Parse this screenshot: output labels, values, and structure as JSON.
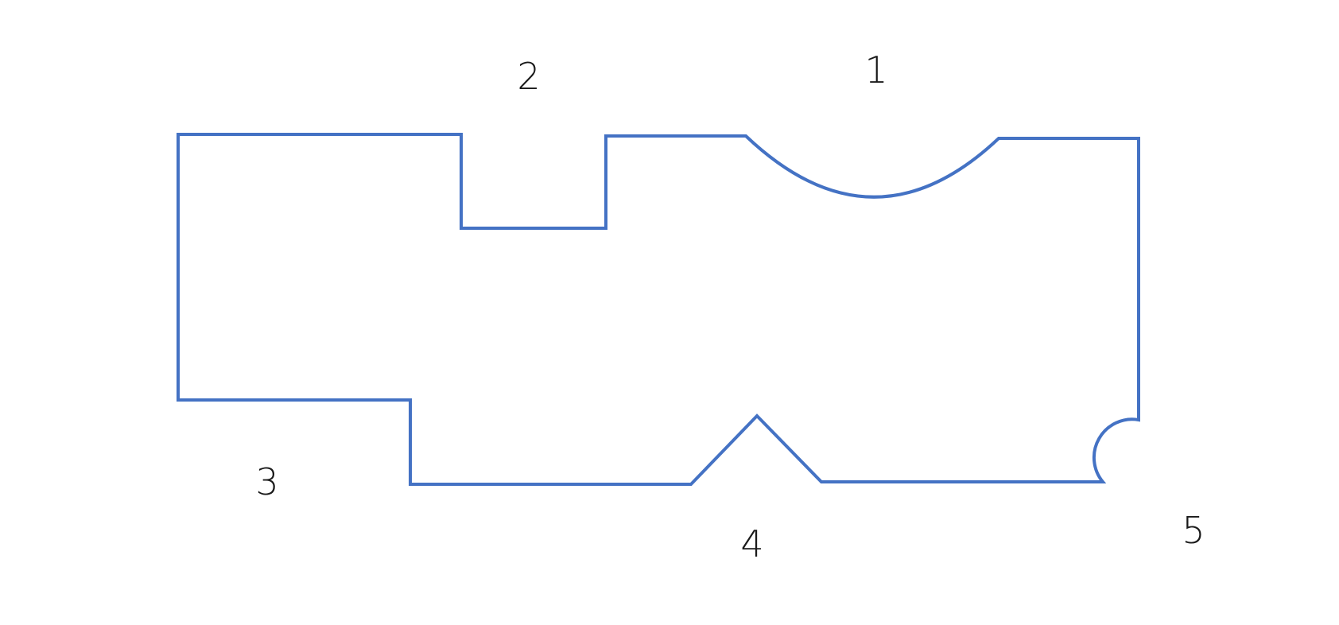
{
  "diagram": {
    "stroke_color": "#4472C4",
    "label_color": "#1a1a1a",
    "labels": {
      "one": "1",
      "two": "2",
      "three": "3",
      "four": "4",
      "five": "5"
    }
  }
}
